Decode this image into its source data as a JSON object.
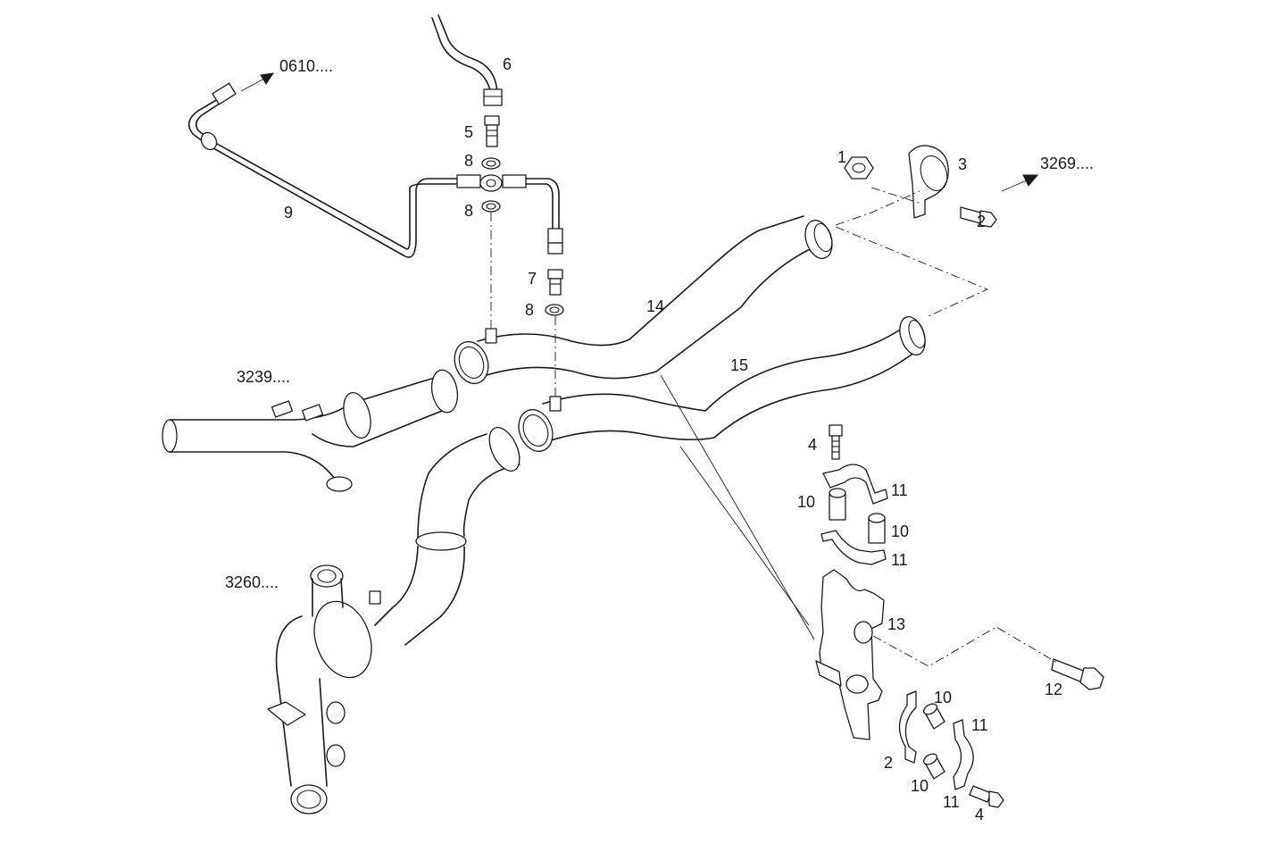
{
  "callouts": {
    "c1": "1",
    "c2a": "2",
    "c2b": "2",
    "c3": "3",
    "c4a": "4",
    "c4b": "4",
    "c5": "5",
    "c6": "6",
    "c7": "7",
    "c8a": "8",
    "c8b": "8",
    "c8c": "8",
    "c9": "9",
    "c10a": "10",
    "c10b": "10",
    "c10c": "10",
    "c10d": "10",
    "c11a": "11",
    "c11b": "11",
    "c11c": "11",
    "c11d": "11",
    "c12": "12",
    "c13": "13",
    "c14": "14",
    "c15": "15"
  },
  "references": {
    "r0610": "0610....",
    "r3269": "3269....",
    "r3239": "3239....",
    "r3260": "3260...."
  },
  "colors": {
    "line": "#1a1a1a",
    "background": "#ffffff"
  }
}
